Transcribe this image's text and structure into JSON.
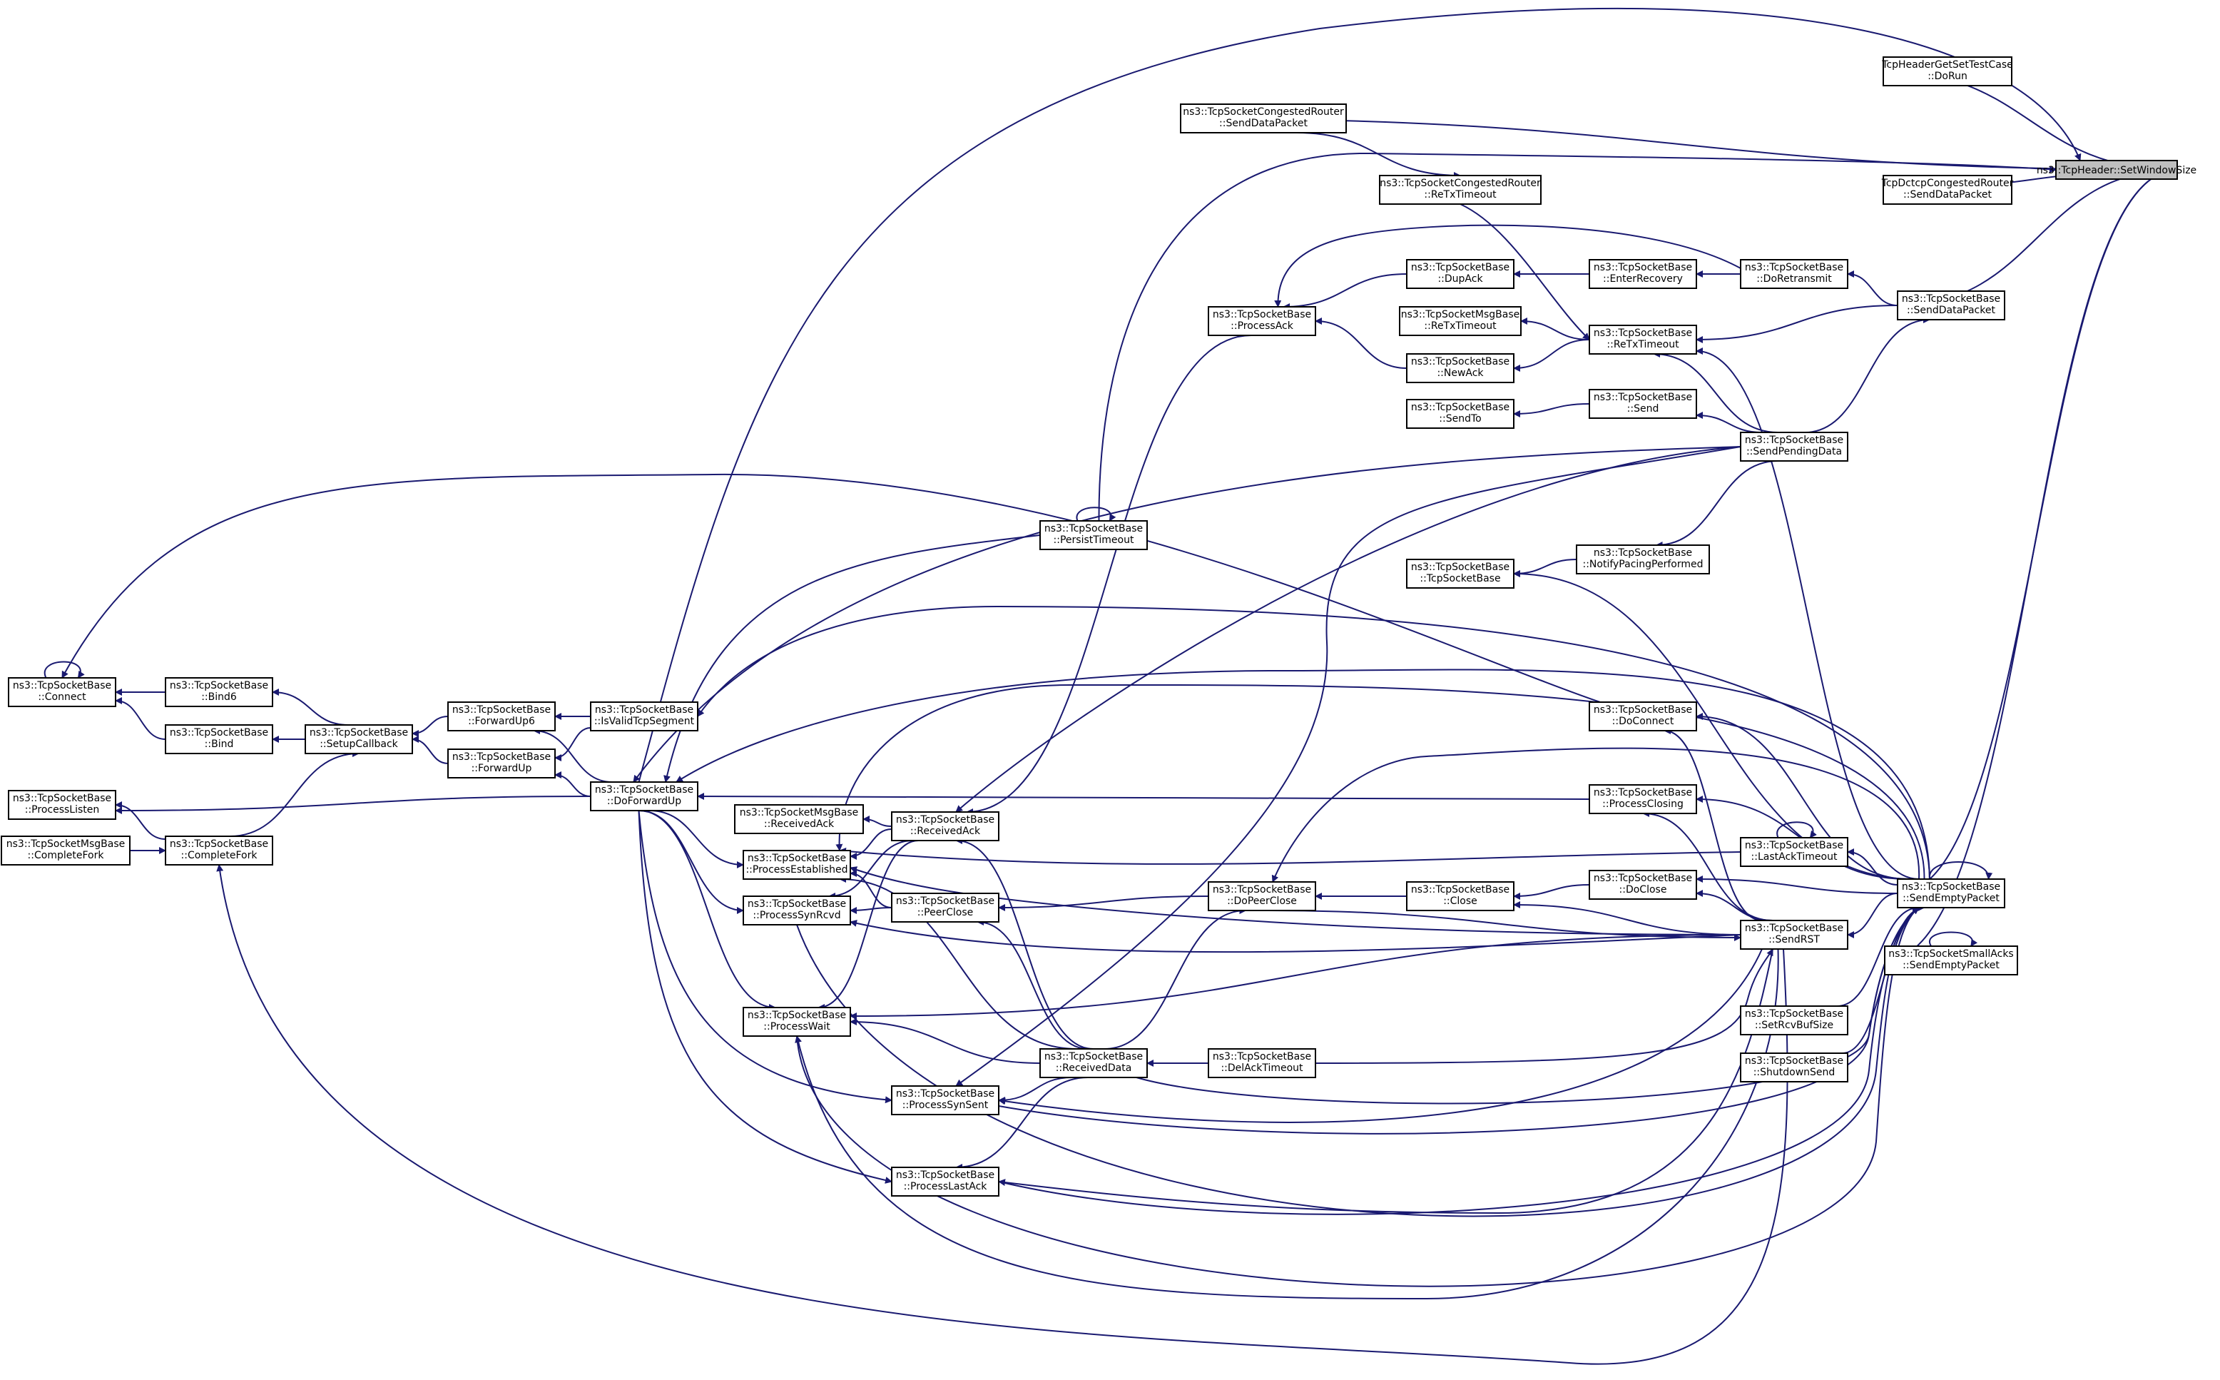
{
  "diagram": {
    "title": "",
    "colors": {
      "edge": "#191970",
      "node_border": "#000000",
      "root_fill": "#bfbfbf",
      "node_fill": "#ffffff"
    },
    "nodes": {
      "root": [
        "ns3::TcpHeader::SetWindowSize"
      ],
      "hdrtest": [
        "TcpHeaderGetSetTestCase",
        "::DoRun"
      ],
      "dctcp": [
        "TcpDctcpCongestedRouter",
        "::SendDataPacket"
      ],
      "congsend": [
        "ns3::TcpSocketCongestedRouter",
        "::SendDataPacket"
      ],
      "congretx": [
        "ns3::TcpSocketCongestedRouter",
        "::ReTxTimeout"
      ],
      "doretransmit": [
        "ns3::TcpSocketBase",
        "::DoRetransmit"
      ],
      "senddatapacket": [
        "ns3::TcpSocketBase",
        "::SendDataPacket"
      ],
      "enterrecovery": [
        "ns3::TcpSocketBase",
        "::EnterRecovery"
      ],
      "dupack": [
        "ns3::TcpSocketBase",
        "::DupAck"
      ],
      "processack": [
        "ns3::TcpSocketBase",
        "::ProcessAck"
      ],
      "msgretx": [
        "ns3::TcpSocketMsgBase",
        "::ReTxTimeout"
      ],
      "retxtimeout": [
        "ns3::TcpSocketBase",
        "::ReTxTimeout"
      ],
      "newack": [
        "ns3::TcpSocketBase",
        "::NewAck"
      ],
      "sendto": [
        "ns3::TcpSocketBase",
        "::SendTo"
      ],
      "send": [
        "ns3::TcpSocketBase",
        "::Send"
      ],
      "sendpending": [
        "ns3::TcpSocketBase",
        "::SendPendingData"
      ],
      "persist": [
        "ns3::TcpSocketBase",
        "::PersistTimeout"
      ],
      "notifypacing": [
        "ns3::TcpSocketBase",
        "::NotifyPacingPerformed"
      ],
      "ctor": [
        "ns3::TcpSocketBase",
        "::TcpSocketBase"
      ],
      "connect": [
        "ns3::TcpSocketBase",
        "::Connect"
      ],
      "bind6": [
        "ns3::TcpSocketBase",
        "::Bind6"
      ],
      "bind": [
        "ns3::TcpSocketBase",
        "::Bind"
      ],
      "setupcb": [
        "ns3::TcpSocketBase",
        "::SetupCallback"
      ],
      "forwardup6": [
        "ns3::TcpSocketBase",
        "::ForwardUp6"
      ],
      "forwardup": [
        "ns3::TcpSocketBase",
        "::ForwardUp"
      ],
      "isvalid": [
        "ns3::TcpSocketBase",
        "::IsValidTcpSegment"
      ],
      "doforwardup": [
        "ns3::TcpSocketBase",
        "::DoForwardUp"
      ],
      "doconnect": [
        "ns3::TcpSocketBase",
        "::DoConnect"
      ],
      "processlisten": [
        "ns3::TcpSocketBase",
        "::ProcessListen"
      ],
      "msgcompletefork": [
        "ns3::TcpSocketMsgBase",
        "::CompleteFork"
      ],
      "completefork": [
        "ns3::TcpSocketBase",
        "::CompleteFork"
      ],
      "msgreceivedack": [
        "ns3::TcpSocketMsgBase",
        "::ReceivedAck"
      ],
      "receivedack": [
        "ns3::TcpSocketBase",
        "::ReceivedAck"
      ],
      "processclosing": [
        "ns3::TcpSocketBase",
        "::ProcessClosing"
      ],
      "lastacktimeout": [
        "ns3::TcpSocketBase",
        "::LastAckTimeout"
      ],
      "sendempty": [
        "ns3::TcpSocketBase",
        "::SendEmptyPacket"
      ],
      "processest": [
        "ns3::TcpSocketBase",
        "::ProcessEstablished"
      ],
      "processsynrcvd": [
        "ns3::TcpSocketBase",
        "::ProcessSynRcvd"
      ],
      "peerclose": [
        "ns3::TcpSocketBase",
        "::PeerClose"
      ],
      "dopeerclose": [
        "ns3::TcpSocketBase",
        "::DoPeerClose"
      ],
      "close": [
        "ns3::TcpSocketBase",
        "::Close"
      ],
      "doclose": [
        "ns3::TcpSocketBase",
        "::DoClose"
      ],
      "sendrst": [
        "ns3::TcpSocketBase",
        "::SendRST"
      ],
      "smallacks": [
        "ns3::TcpSocketSmallAcks",
        "::SendEmptyPacket"
      ],
      "processwait": [
        "ns3::TcpSocketBase",
        "::ProcessWait"
      ],
      "setrcvbuf": [
        "ns3::TcpSocketBase",
        "::SetRcvBufSize"
      ],
      "receiveddata": [
        "ns3::TcpSocketBase",
        "::ReceivedData"
      ],
      "delacktimeout": [
        "ns3::TcpSocketBase",
        "::DelAckTimeout"
      ],
      "shutdownsend": [
        "ns3::TcpSocketBase",
        "::ShutdownSend"
      ],
      "processsynsent": [
        "ns3::TcpSocketBase",
        "::ProcessSynSent"
      ],
      "processlastack": [
        "ns3::TcpSocketBase",
        "::ProcessLastAck"
      ]
    }
  }
}
